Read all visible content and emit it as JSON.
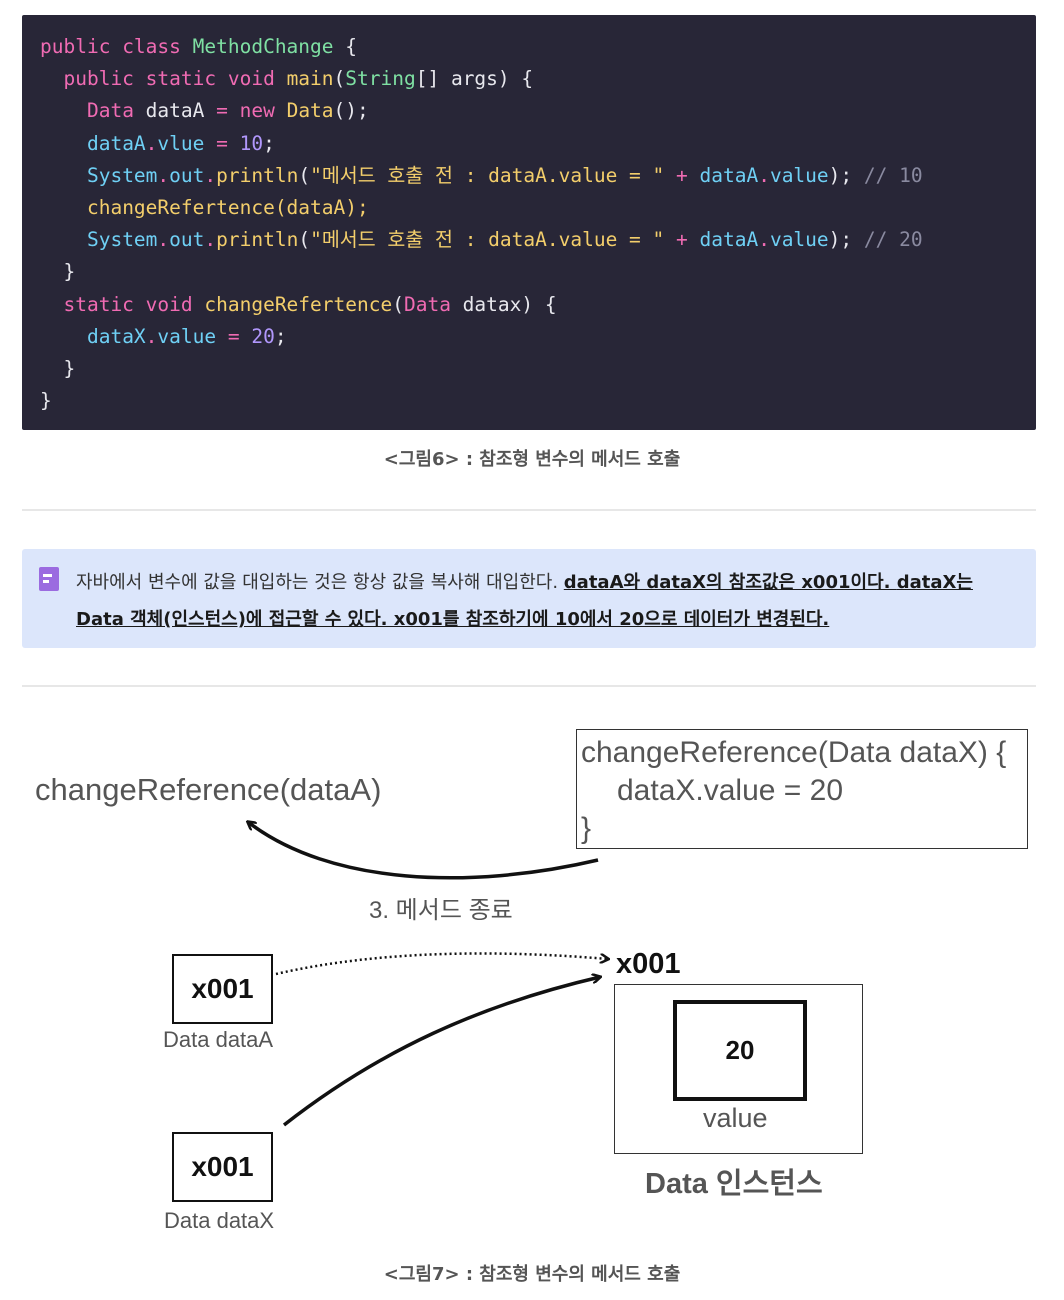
{
  "code": {
    "lines": [
      [
        [
          "kw",
          "public "
        ],
        [
          "kw",
          "class "
        ],
        [
          "cls",
          "MethodChange"
        ],
        [
          "txt",
          " {"
        ]
      ],
      [
        [
          "txt",
          "  "
        ],
        [
          "kw",
          "public "
        ],
        [
          "kw",
          "static "
        ],
        [
          "kw",
          "void "
        ],
        [
          "fn",
          "main"
        ],
        [
          "txt",
          "("
        ],
        [
          "cls",
          "String"
        ],
        [
          "txt",
          "[] args) {"
        ]
      ],
      [
        [
          "txt",
          "    "
        ],
        [
          "kw",
          "Data "
        ],
        [
          "txt",
          "dataA "
        ],
        [
          "op",
          "= "
        ],
        [
          "kw",
          "new "
        ],
        [
          "fn",
          "Data"
        ],
        [
          "txt",
          "();"
        ]
      ],
      [
        [
          "txt",
          "    "
        ],
        [
          "var",
          "dataA"
        ],
        [
          "op",
          "."
        ],
        [
          "var",
          "vlue "
        ],
        [
          "op",
          "= "
        ],
        [
          "num",
          "10"
        ],
        [
          "txt",
          ";"
        ]
      ],
      [
        [
          "txt",
          "    "
        ],
        [
          "var",
          "System"
        ],
        [
          "op",
          "."
        ],
        [
          "var",
          "out"
        ],
        [
          "op",
          "."
        ],
        [
          "fn",
          "println"
        ],
        [
          "txt",
          "("
        ],
        [
          "str",
          "\"메서드 호출 전 : dataA.value = \" "
        ],
        [
          "op",
          "+ "
        ],
        [
          "var",
          "dataA"
        ],
        [
          "op",
          "."
        ],
        [
          "var",
          "value"
        ],
        [
          "txt",
          "); "
        ],
        [
          "cm",
          "// 10"
        ]
      ],
      [
        [
          "txt",
          "    "
        ],
        [
          "fn",
          "changeRefertence"
        ],
        [
          "fn",
          "(dataA);"
        ]
      ],
      [
        [
          "txt",
          "    "
        ],
        [
          "var",
          "System"
        ],
        [
          "op",
          "."
        ],
        [
          "var",
          "out"
        ],
        [
          "op",
          "."
        ],
        [
          "fn",
          "println"
        ],
        [
          "txt",
          "("
        ],
        [
          "str",
          "\"메서드 호출 전 : dataA.value = \" "
        ],
        [
          "op",
          "+ "
        ],
        [
          "var",
          "dataA"
        ],
        [
          "op",
          "."
        ],
        [
          "var",
          "value"
        ],
        [
          "txt",
          "); "
        ],
        [
          "cm",
          "// 20"
        ]
      ],
      [
        [
          "txt",
          "  }"
        ]
      ],
      [
        [
          "txt",
          "  "
        ],
        [
          "kw",
          "static "
        ],
        [
          "kw",
          "void "
        ],
        [
          "fn",
          "changeRefertence"
        ],
        [
          "txt",
          "("
        ],
        [
          "kw",
          "Data "
        ],
        [
          "txt",
          "datax) {"
        ]
      ],
      [
        [
          "txt",
          "    "
        ],
        [
          "var",
          "dataX"
        ],
        [
          "op",
          "."
        ],
        [
          "var",
          "value "
        ],
        [
          "op",
          "= "
        ],
        [
          "num",
          "20"
        ],
        [
          "txt",
          ";"
        ]
      ],
      [
        [
          "txt",
          "  }"
        ]
      ],
      [
        [
          "txt",
          "}"
        ]
      ]
    ]
  },
  "caption_6": "<그림6> : 참조형 변수의 메서드 호출",
  "callout": {
    "icon": "note-icon",
    "plain": "자바에서 변수에 값을 대입하는 것은 항상 값을 복사해 대입한다. ",
    "bold_1": "dataA와 dataX의 참조값은 x001이다. ",
    "bold_2": "dataX는 Data 객체(인스턴스)에 접근할 수 있다. x001를 참조하기에 10에서 20으로 데이터가 변경된다."
  },
  "diagram": {
    "call_label": "changeReference(dataA)",
    "func_box": {
      "line1": "changeReference(Data dataX) {",
      "line2": "dataX.value = 20",
      "line3": "}"
    },
    "return_label": "3. 메서드 종료",
    "dataA": {
      "address": "x001",
      "label": "Data dataA"
    },
    "dataX": {
      "address": "x001",
      "label": "Data dataX"
    },
    "instance": {
      "address": "x001",
      "value": "20",
      "value_label": "value",
      "label": "Data 인스턴스"
    }
  },
  "caption_7": "<그림7> : 참조형 변수의 메서드 호출"
}
